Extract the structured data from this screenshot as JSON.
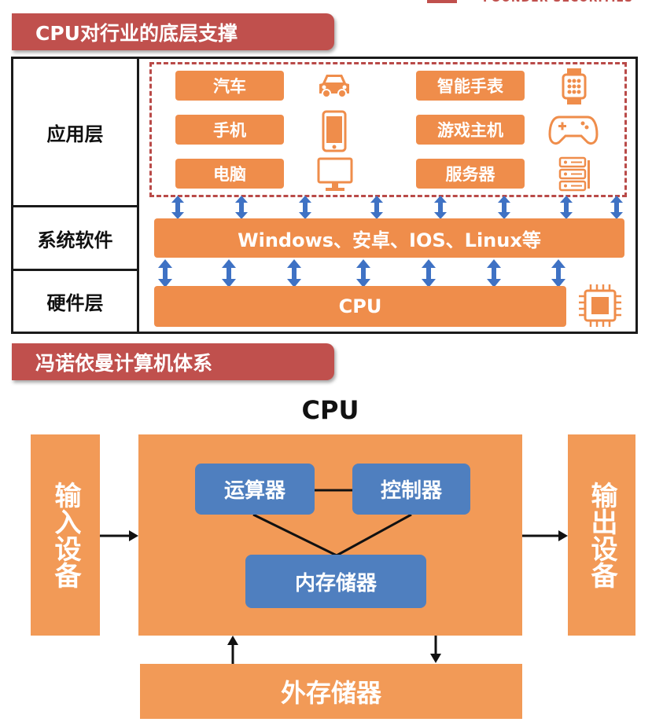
{
  "brand": {
    "text": "FOUNDER SECURITIES",
    "color": "#c0504d"
  },
  "section1": {
    "title": "CPU对行业的底层支撑",
    "layers": {
      "application": "应用层",
      "system": "系统软件",
      "hardware": "硬件层"
    },
    "apps": [
      {
        "label": "汽车",
        "icon": "car-icon"
      },
      {
        "label": "手机",
        "icon": "phone-icon"
      },
      {
        "label": "电脑",
        "icon": "monitor-icon"
      },
      {
        "label": "智能手表",
        "icon": "smartwatch-icon"
      },
      {
        "label": "游戏主机",
        "icon": "gamepad-icon"
      },
      {
        "label": "服务器",
        "icon": "server-icon"
      }
    ],
    "system_bar": "Windows、安卓、IOS、Linux等",
    "cpu_bar": "CPU",
    "chip_icon": "cpu-chip-icon"
  },
  "section2": {
    "title": "冯诺依曼计算机体系",
    "cpu_title": "CPU",
    "input": "输入设备",
    "output": "输出设备",
    "alu": "运算器",
    "control": "控制器",
    "memory": "内存储器",
    "external": "外存储器"
  },
  "colors": {
    "accent_red": "#c0504d",
    "orange": "#ef8d4b",
    "orange_block": "#f29a57",
    "blue": "#4f7fbf",
    "arrow_blue": "#3f72c4"
  }
}
